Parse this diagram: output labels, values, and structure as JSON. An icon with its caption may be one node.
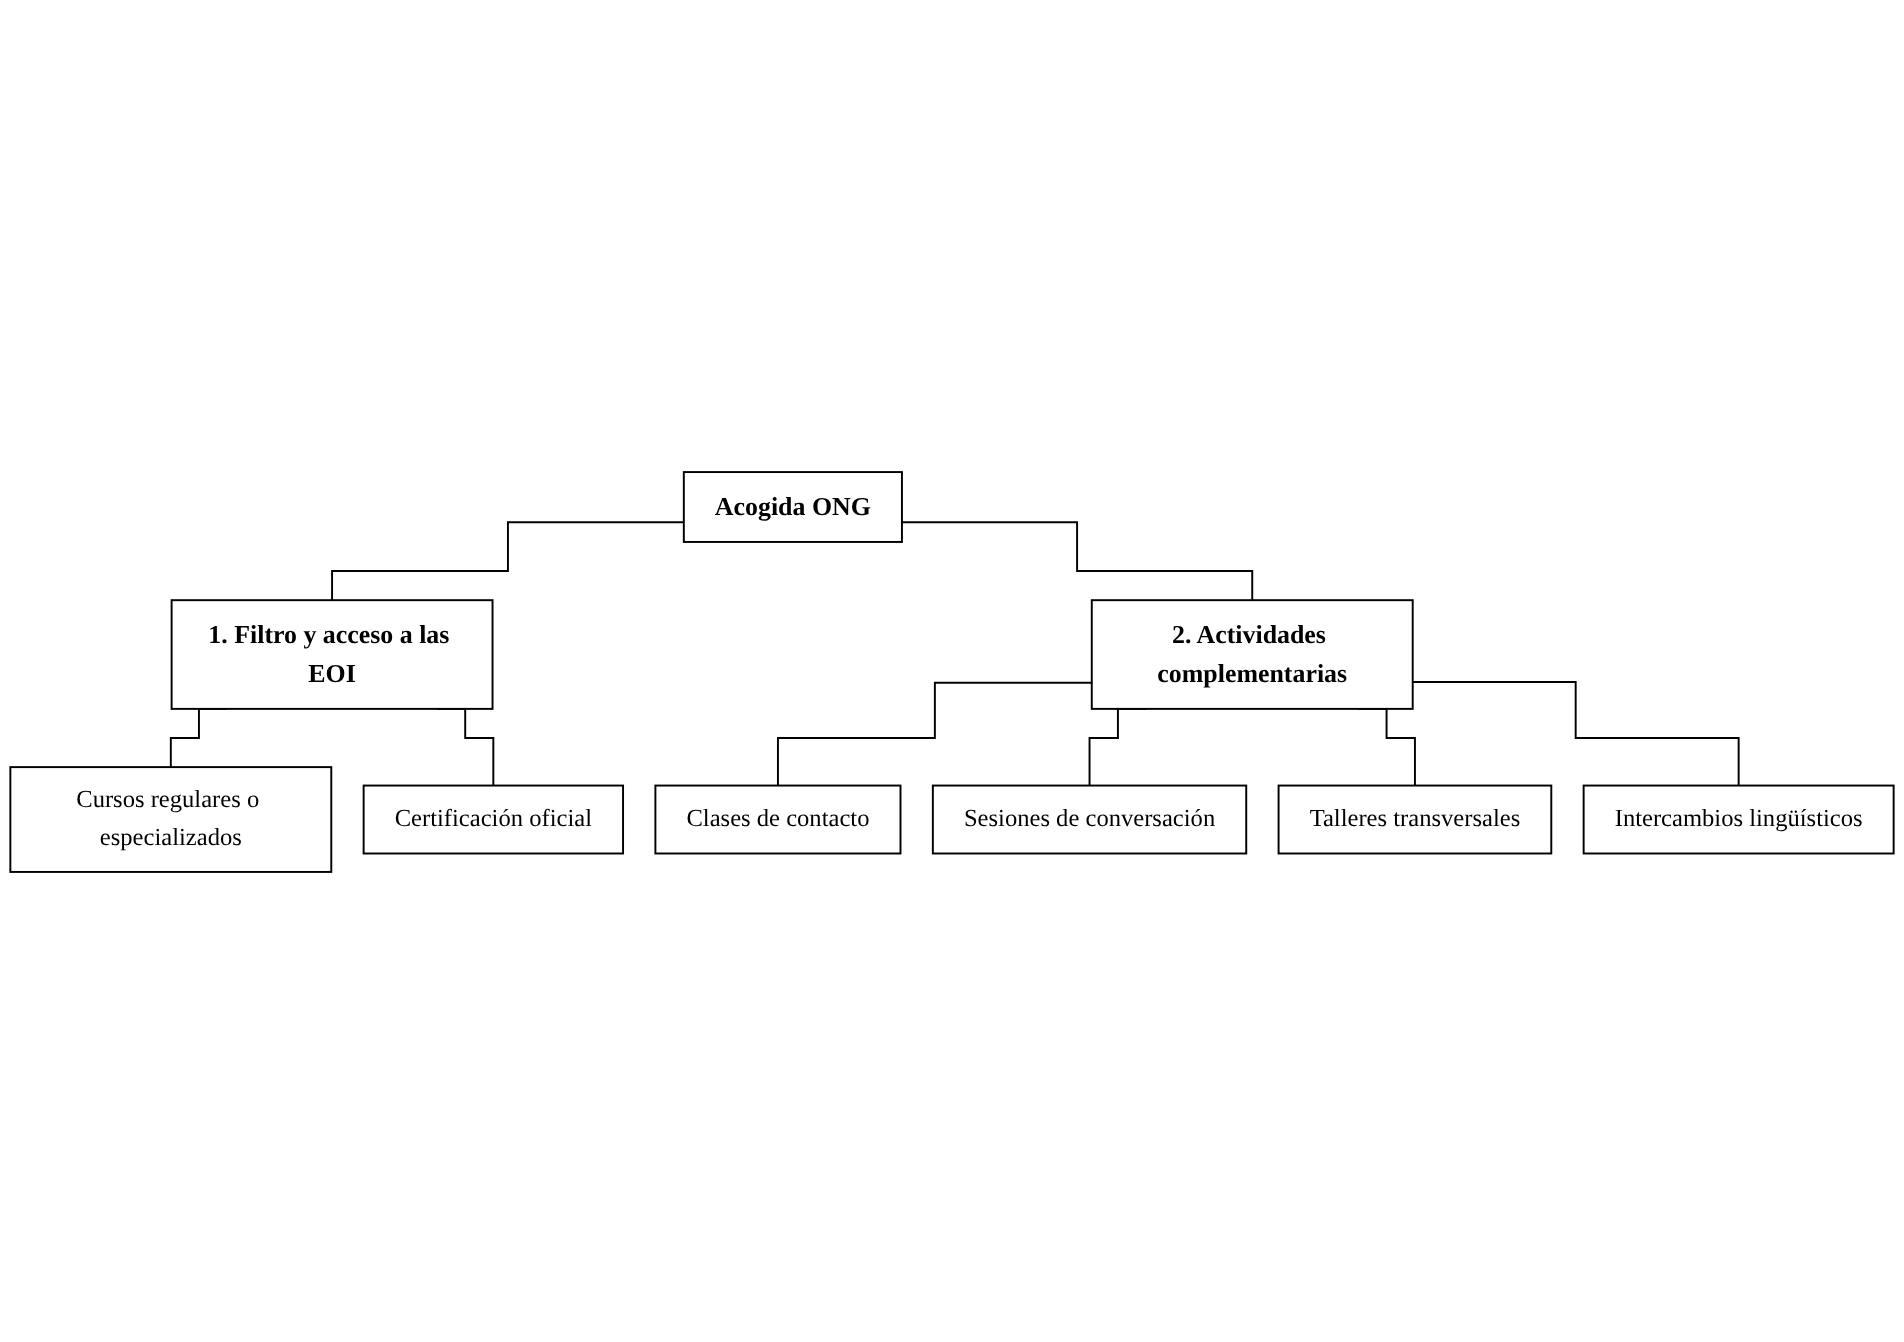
{
  "diagram": {
    "nodes": [
      {
        "text": [
          "Acogida ONG"
        ]
      },
      {
        "text": [
          "1. Filtro y acceso a las EOI"
        ]
      },
      {
        "text": [
          "2. Actividades complementarias"
        ]
      },
      {
        "text": [
          "Cursos regulares o especializados"
        ]
      },
      {
        "text": [
          "Certificación oficial"
        ]
      },
      {
        "text": [
          "Clases de contacto"
        ]
      },
      {
        "text": [
          "Sesiones de conversación"
        ]
      },
      {
        "text": [
          "Talleres transversales"
        ]
      },
      {
        "text": [
          "Intercambios lingüísticos"
        ]
      }
    ],
    "edges": [
      {
        "from": 0,
        "to": 1,
        "arrow": "none"
      },
      {
        "from": 0,
        "to": 2,
        "arrow": "none"
      },
      {
        "from": 1,
        "to": 3,
        "arrow": "none"
      },
      {
        "from": 1,
        "to": 4,
        "arrow": "none"
      },
      {
        "from": 2,
        "to": 5,
        "arrow": "none"
      },
      {
        "from": 2,
        "to": 6,
        "arrow": "none"
      },
      {
        "from": 2,
        "to": 7,
        "arrow": "none"
      },
      {
        "from": 2,
        "to": 8,
        "arrow": "none"
      }
    ]
  }
}
